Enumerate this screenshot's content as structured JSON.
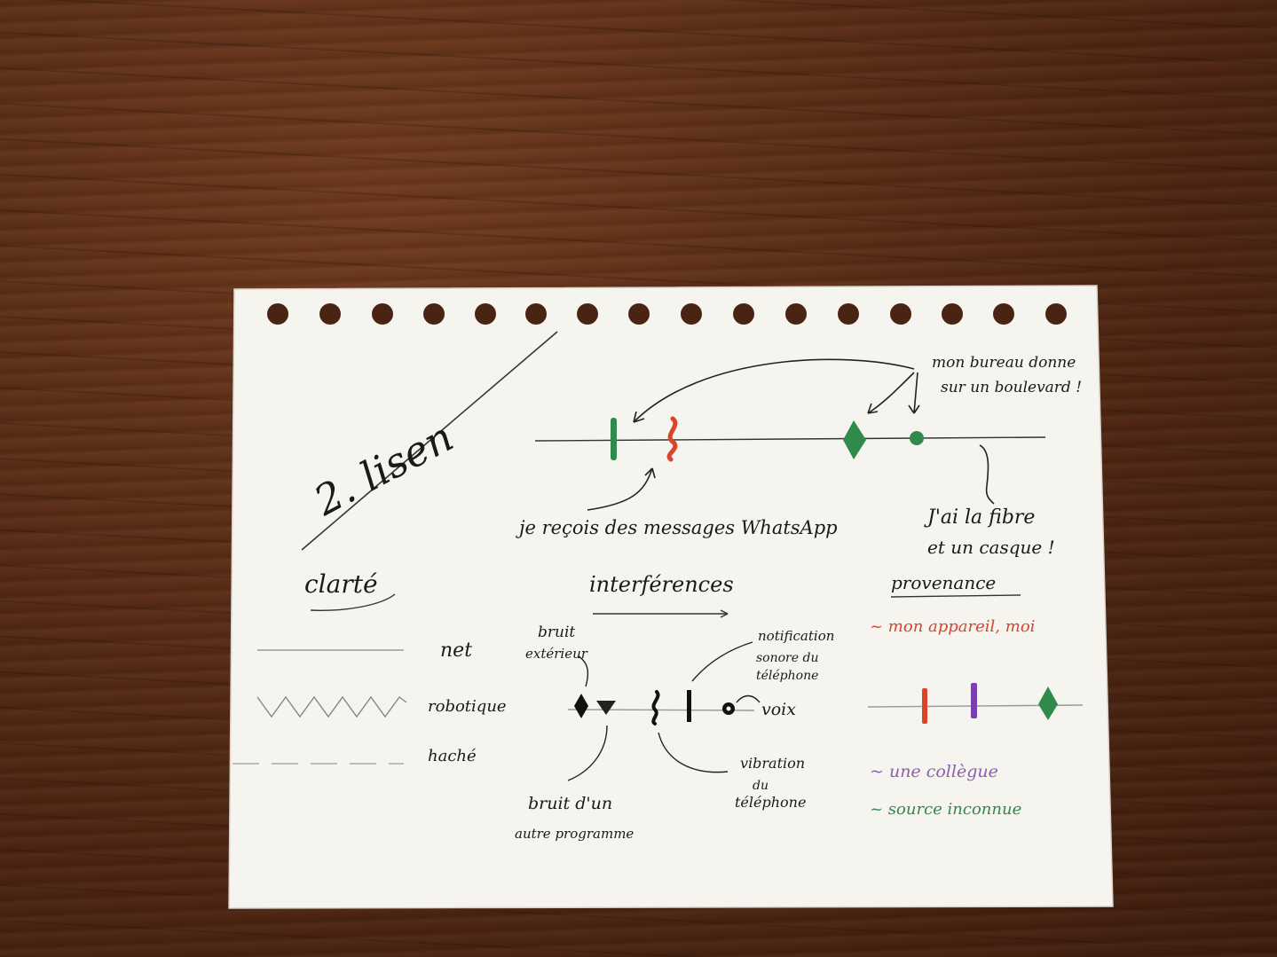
{
  "title": "2. lisen",
  "line1": {
    "annotation_top": [
      "mon bureau donne",
      "sur un boulevard !"
    ],
    "annotation_right": [
      "J'ai la fibre",
      "et un casque !"
    ],
    "annotation_bottom": "je reçois des messages WhatsApp"
  },
  "clarte": {
    "heading": "clarté",
    "items": [
      "net",
      "robotique",
      "haché"
    ]
  },
  "interferences": {
    "heading": "interférences",
    "labels": {
      "bruit_exterieur": [
        "bruit",
        "extérieur"
      ],
      "notification": [
        "notification",
        "sonore du",
        "téléphone"
      ],
      "voix": "voix",
      "bruit_programme": [
        "bruit d'un",
        "autre programme"
      ],
      "vibration": [
        "vibration",
        "du",
        "téléphone"
      ]
    }
  },
  "provenance": {
    "heading": "provenance",
    "items": [
      {
        "text": "~ mon appareil, moi",
        "color": "#d9442a"
      },
      {
        "text": "~ une collègue",
        "color": "#8a5fb0"
      },
      {
        "text": "~ source inconnue",
        "color": "#2f8a4c"
      }
    ]
  },
  "colors": {
    "red": "#d9442a",
    "green": "#2f8a4c",
    "purple": "#7b3fb0",
    "paper": "#f6f4ef",
    "pencil": "#222222"
  }
}
